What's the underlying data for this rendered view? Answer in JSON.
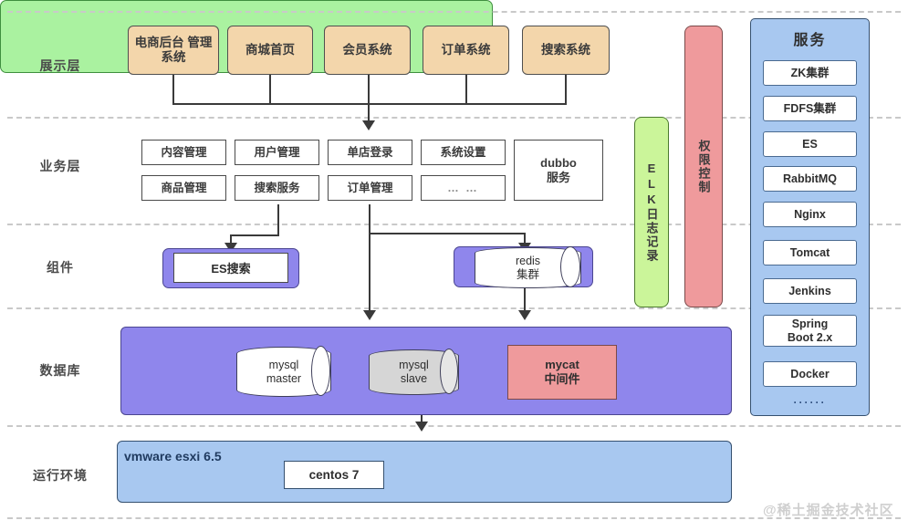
{
  "layers": [
    {
      "id": "presentation",
      "label": "展示层"
    },
    {
      "id": "business",
      "label": "业务层"
    },
    {
      "id": "component",
      "label": "组件"
    },
    {
      "id": "database",
      "label": "数据库"
    },
    {
      "id": "runtime",
      "label": "运行环境"
    }
  ],
  "presentation": {
    "boxes": [
      {
        "label": "电商后台\n管理系统"
      },
      {
        "label": "商城首页"
      },
      {
        "label": "会员系统"
      },
      {
        "label": "订单系统"
      },
      {
        "label": "搜索系统"
      }
    ]
  },
  "business": {
    "row1": [
      "内容管理",
      "用户管理",
      "单店登录",
      "系统设置"
    ],
    "row2": [
      "商品管理",
      "搜索服务",
      "订单管理",
      "… …"
    ],
    "dubbo": "dubbo\n服务"
  },
  "bars": {
    "elk": "ELK日志记录",
    "auth": "权限控制"
  },
  "services": {
    "title": "服务",
    "items": [
      "ZK集群",
      "FDFS集群",
      "ES",
      "RabbitMQ",
      "Nginx",
      "Tomcat",
      "Jenkins",
      "Spring\nBoot 2.x",
      "Docker"
    ],
    "more": "······"
  },
  "component": {
    "es": "ES搜索",
    "redis": "redis\n集群"
  },
  "database": {
    "mysql_master": "mysql\nmaster",
    "mysql_slave": "mysql\nslave",
    "mycat": "mycat\n中间件"
  },
  "runtime": {
    "host": "vmware esxi 6.5",
    "guest": "centos 7"
  },
  "watermark": "@稀土掘金技术社区",
  "colors": {
    "presentation_box": "#f3d6ab",
    "business_panel": "#aaf2a0",
    "elk_bar": "#cbf59a",
    "auth_bar": "#ef9a9c",
    "services_panel": "#a8c8f0",
    "component_base": "#8f86ec",
    "database_base": "#8f86ec",
    "mycat": "#ef9a9c",
    "runtime_base": "#a8c8f0"
  }
}
